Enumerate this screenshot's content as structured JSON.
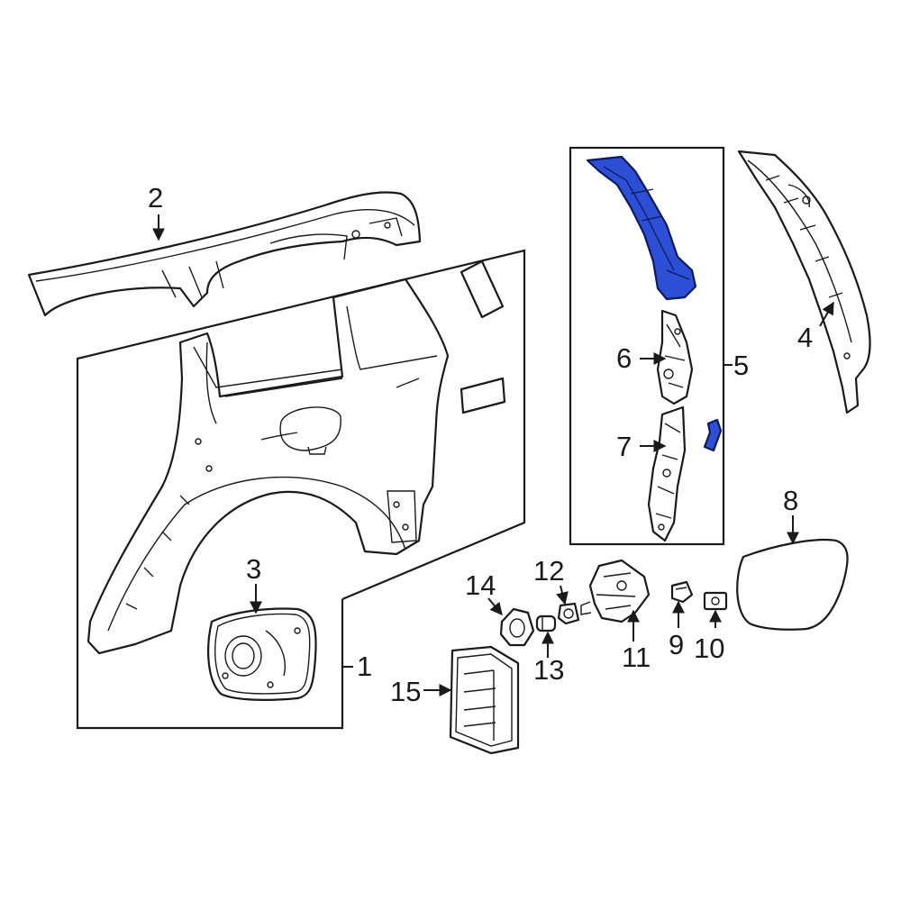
{
  "colors": {
    "highlight": "#2d4fd6",
    "line": "#1a1a1a",
    "background": "#ffffff"
  },
  "callouts": {
    "c1": "1",
    "c2": "2",
    "c3": "3",
    "c4": "4",
    "c5": "5",
    "c6": "6",
    "c7": "7",
    "c8": "8",
    "c9": "9",
    "c10": "10",
    "c11": "11",
    "c12": "12",
    "c13": "13",
    "c14": "14",
    "c15": "15"
  },
  "highlighted_part": "5"
}
